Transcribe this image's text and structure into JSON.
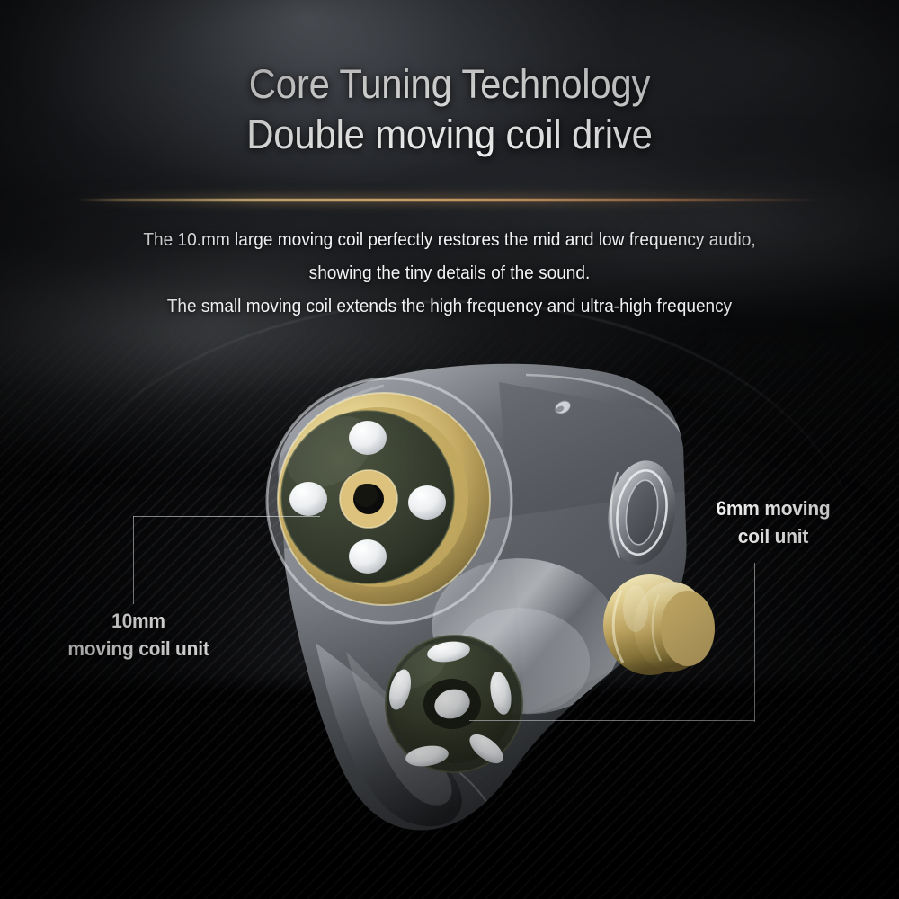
{
  "headline": {
    "line1": "Core Tuning Technology",
    "line2": "Double moving coil drive"
  },
  "subcopy": {
    "line1": "The 10.mm large moving coil perfectly restores the mid and low frequency audio,",
    "line2": "showing the tiny details of the sound.",
    "line3": "The small moving coil extends the high frequency and ultra-high frequency"
  },
  "callouts": {
    "left": {
      "line1": "10mm",
      "line2": "moving coil unit"
    },
    "right": {
      "line1": "6mm moving",
      "line2": "coil unit"
    }
  },
  "colors": {
    "background": "#050505",
    "accent_divider": "#f0bc7a",
    "headline_text": "#ffffff",
    "body_text": "#f2f3f4",
    "driver_green": "#3d4434",
    "driver_green_dark": "#2c3226",
    "brass_gold": "#d8c078",
    "brass_gold_light": "#f2e6b4",
    "chrome_light": "#e8eaec",
    "chrome_mid": "#9a9ea4",
    "chrome_dark": "#3a3d42",
    "leader_line": "#e2e6ec"
  },
  "product": {
    "name": "transparent-in-ear-earphone-cutaway",
    "parts": {
      "shell": "translucent-chrome-shell",
      "large_driver": "10mm-moving-coil-driver",
      "small_driver": "6mm-moving-coil-driver",
      "nozzle": "gold-sound-nozzle",
      "vent_port": "ring-shaped-vent-port"
    }
  }
}
